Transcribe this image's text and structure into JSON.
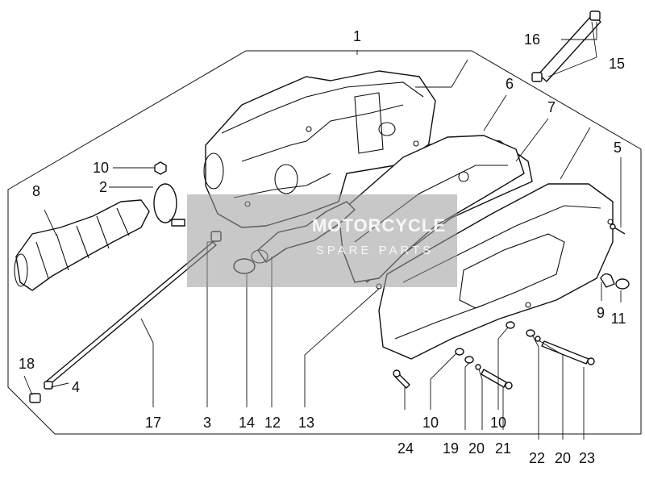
{
  "callouts": [
    {
      "id": "c1",
      "text": "1"
    },
    {
      "id": "c2",
      "text": "2"
    },
    {
      "id": "c3",
      "text": "3"
    },
    {
      "id": "c4",
      "text": "4"
    },
    {
      "id": "c5",
      "text": "5"
    },
    {
      "id": "c6",
      "text": "6"
    },
    {
      "id": "c7",
      "text": "7"
    },
    {
      "id": "c8",
      "text": "8"
    },
    {
      "id": "c9",
      "text": "9"
    },
    {
      "id": "c10a",
      "text": "10"
    },
    {
      "id": "c10b",
      "text": "10"
    },
    {
      "id": "c10c",
      "text": "10"
    },
    {
      "id": "c11",
      "text": "11"
    },
    {
      "id": "c12",
      "text": "12"
    },
    {
      "id": "c13",
      "text": "13"
    },
    {
      "id": "c14",
      "text": "14"
    },
    {
      "id": "c15",
      "text": "15"
    },
    {
      "id": "c16",
      "text": "16"
    },
    {
      "id": "c17",
      "text": "17"
    },
    {
      "id": "c18",
      "text": "18"
    },
    {
      "id": "c19",
      "text": "19"
    },
    {
      "id": "c20a",
      "text": "20"
    },
    {
      "id": "c20b",
      "text": "20"
    },
    {
      "id": "c21",
      "text": "21"
    },
    {
      "id": "c22",
      "text": "22"
    },
    {
      "id": "c23",
      "text": "23"
    },
    {
      "id": "c24",
      "text": "24"
    }
  ],
  "watermark": {
    "line1": "MOTORCYCLE",
    "line2": "SPARE PARTS",
    "color": "#9a9a9a"
  }
}
